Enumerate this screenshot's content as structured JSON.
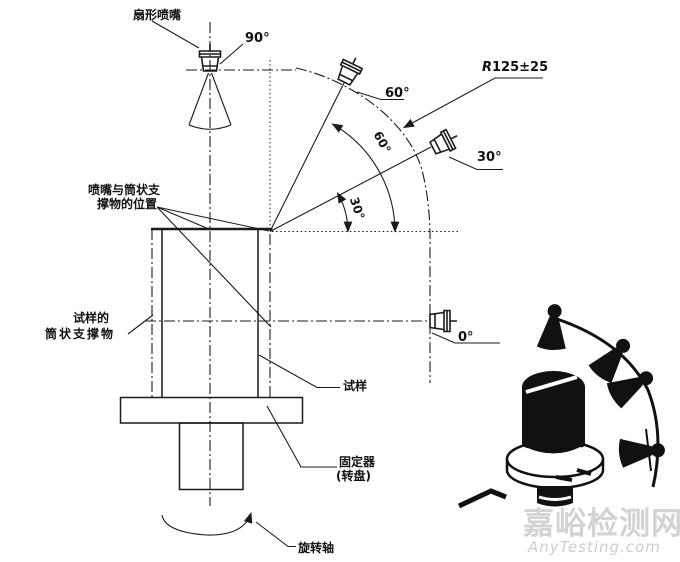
{
  "figure": {
    "labels": {
      "fan_nozzle": "扇形喷嘴",
      "nozzle_support_position_line1": "喷嘴与筒状支",
      "nozzle_support_position_line2": "撑物的位置",
      "support_line1": "试样的",
      "support_line2": "筒状支撑物",
      "specimen": "试样",
      "fixture_line1": "固定器",
      "fixture_line2": "(转盘)",
      "rotation_axis": "旋转轴"
    },
    "angles": {
      "angle_90": "90°",
      "angle_60": "60°",
      "angle_30": "30°",
      "angle_0": "0°",
      "arc_span_60": "60°",
      "arc_span_30": "30°"
    },
    "dimension": {
      "radius_prefix": "R",
      "radius_value": "125±25"
    },
    "watermark": {
      "site_name": "嘉峪检测网",
      "site_url": "AnyTesting.com"
    },
    "colors": {
      "line": "#1b1b1b",
      "watermark": "#d3d3d3"
    }
  }
}
